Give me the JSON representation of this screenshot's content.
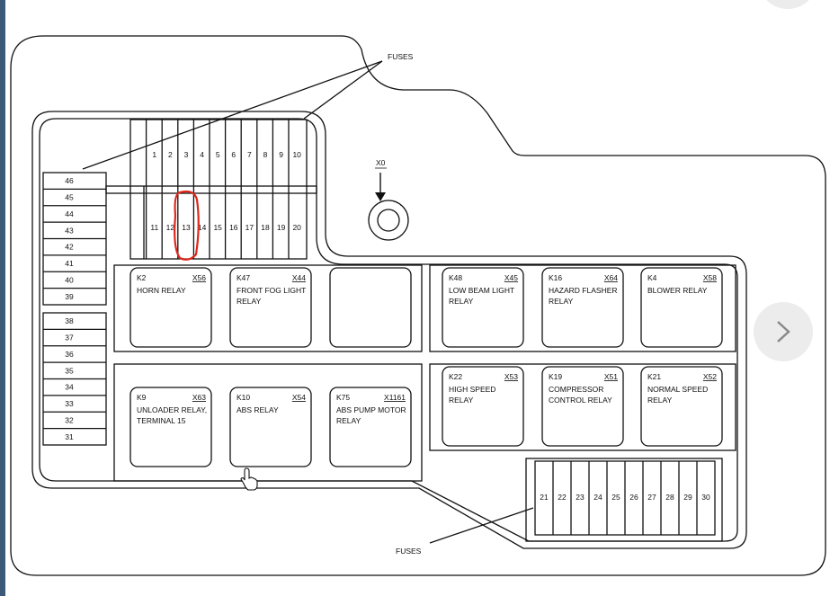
{
  "fuses_label_top": "FUSES",
  "fuses_label_bottom": "FUSES",
  "ground_label": "X0",
  "top_fuses": [
    "1",
    "2",
    "3",
    "4",
    "5",
    "6",
    "7",
    "8",
    "9",
    "10"
  ],
  "mid_fuses": [
    "11",
    "12",
    "13",
    "14",
    "15",
    "16",
    "17",
    "18",
    "19",
    "20"
  ],
  "bottom_fuses": [
    "21",
    "22",
    "23",
    "24",
    "25",
    "26",
    "27",
    "28",
    "29",
    "30"
  ],
  "left_fuses_upper": [
    "46",
    "45",
    "44",
    "43",
    "42",
    "41",
    "40",
    "39"
  ],
  "left_fuses_lower": [
    "38",
    "37",
    "36",
    "35",
    "34",
    "33",
    "32",
    "31"
  ],
  "relays": [
    {
      "id": "K2",
      "conn": "X56",
      "lines": [
        "HORN RELAY"
      ]
    },
    {
      "id": "K47",
      "conn": "X44",
      "lines": [
        "FRONT FOG LIGHT",
        "RELAY"
      ]
    },
    {
      "id": "",
      "conn": "",
      "lines": []
    },
    {
      "id": "K48",
      "conn": "X45",
      "lines": [
        "LOW BEAM LIGHT",
        "RELAY"
      ]
    },
    {
      "id": "K16",
      "conn": "X64",
      "lines": [
        "HAZARD FLASHER",
        "RELAY"
      ]
    },
    {
      "id": "K4",
      "conn": "X58",
      "lines": [
        "BLOWER RELAY"
      ]
    },
    {
      "id": "K9",
      "conn": "X63",
      "lines": [
        "UNLOADER RELAY,",
        "TERMINAL 15"
      ]
    },
    {
      "id": "K10",
      "conn": "X54",
      "lines": [
        "ABS RELAY"
      ]
    },
    {
      "id": "K75",
      "conn": "X1161",
      "lines": [
        "ABS PUMP MOTOR",
        "RELAY"
      ]
    },
    {
      "id": "K22",
      "conn": "X53",
      "lines": [
        "HIGH SPEED",
        "RELAY"
      ]
    },
    {
      "id": "K19",
      "conn": "X51",
      "lines": [
        "COMPRESSOR",
        "CONTROL RELAY"
      ]
    },
    {
      "id": "K21",
      "conn": "X52",
      "lines": [
        "NORMAL SPEED",
        "RELAY"
      ]
    }
  ],
  "highlight": {
    "fuse": "13",
    "color": "#e0261b"
  },
  "colors": {
    "line": "#111111",
    "side_bar": "#3c5a78",
    "nav_button": "#ececec"
  },
  "icons": {
    "next": "chevron-right-icon",
    "pointer": "hand-pointer-icon"
  }
}
